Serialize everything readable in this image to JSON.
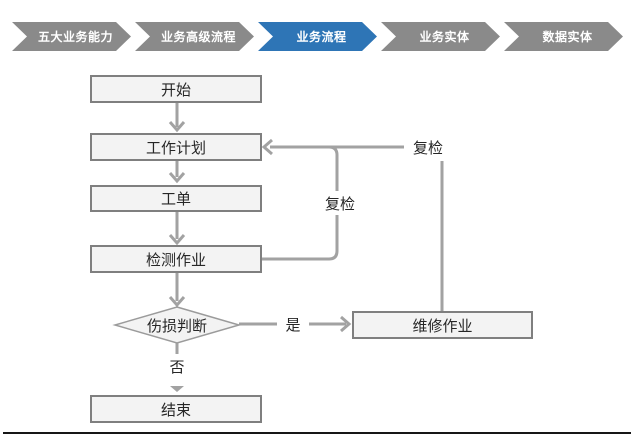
{
  "nav": {
    "items": [
      {
        "label": "五大业务能力",
        "active": false
      },
      {
        "label": "业务高级流程",
        "active": false
      },
      {
        "label": "业务流程",
        "active": true
      },
      {
        "label": "业务实体",
        "active": false
      },
      {
        "label": "数据实体",
        "active": false
      }
    ],
    "active_color": "#2E75B6",
    "inactive_color": "#8A8A8A"
  },
  "flowchart": {
    "nodes": {
      "start": {
        "label": "开始",
        "type": "process"
      },
      "work_plan": {
        "label": "工作计划",
        "type": "process"
      },
      "work_order": {
        "label": "工单",
        "type": "process"
      },
      "inspection": {
        "label": "检测作业",
        "type": "process"
      },
      "damage_check": {
        "label": "伤损判断",
        "type": "decision"
      },
      "repair": {
        "label": "维修作业",
        "type": "process"
      },
      "end": {
        "label": "结束",
        "type": "process"
      }
    },
    "edge_labels": {
      "recheck_outer": "复检",
      "recheck_inner": "复检",
      "yes": "是",
      "no": "否"
    },
    "colors": {
      "node_fill": "#F3F3F3",
      "node_border": "#7F7F7F",
      "connector": "#A2A2A2",
      "text": "#262626"
    }
  }
}
